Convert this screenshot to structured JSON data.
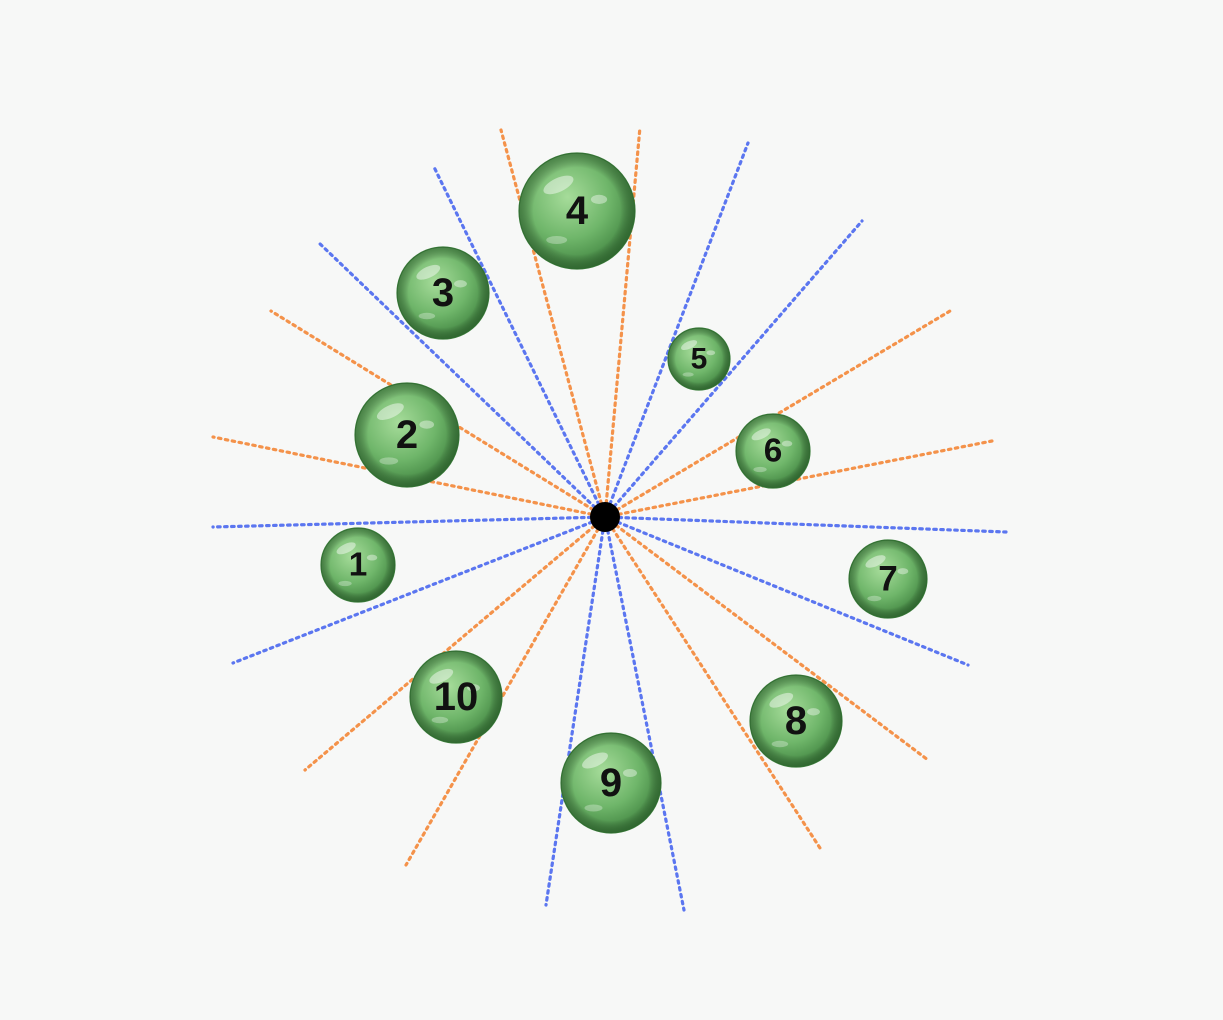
{
  "diagram": {
    "colors": {
      "background": "#f7f8f7",
      "ray_blue": "#5b76f0",
      "ray_orange": "#f4924a",
      "ball_light": "#a6dc9a",
      "ball_mid": "#6fb66a",
      "ball_dark": "#3c7f3c",
      "center_dot": "#000000"
    },
    "balls": [
      {
        "label": "1"
      },
      {
        "label": "2"
      },
      {
        "label": "3"
      },
      {
        "label": "4"
      },
      {
        "label": "5"
      },
      {
        "label": "6"
      },
      {
        "label": "7"
      },
      {
        "label": "8"
      },
      {
        "label": "9"
      },
      {
        "label": "10"
      }
    ]
  }
}
